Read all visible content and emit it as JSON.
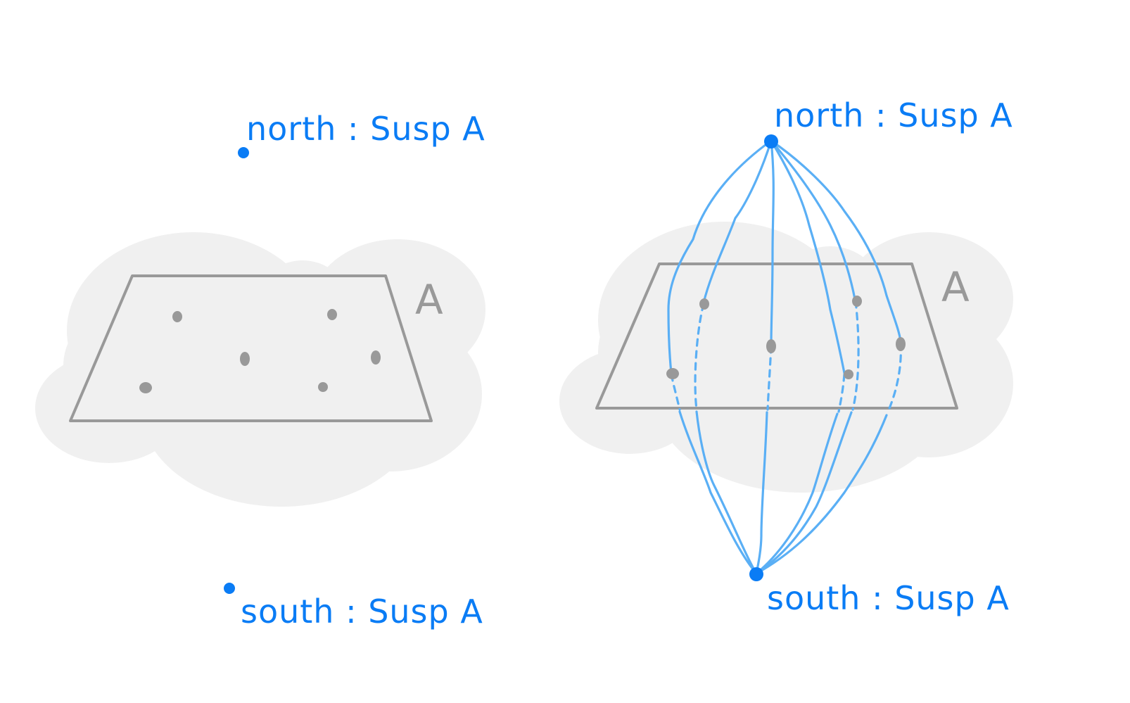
{
  "left": {
    "north_label": "north : Susp A",
    "south_label": "south : Susp A",
    "set_label": "A"
  },
  "right": {
    "north_label": "north : Susp A",
    "south_label": "south : Susp A",
    "set_label": "A"
  },
  "colors": {
    "accent_blue": "#0a7cf5",
    "meridian_blue": "#5aaff5",
    "plane_grey": "#999999",
    "blob_grey": "#f0f0f0"
  }
}
